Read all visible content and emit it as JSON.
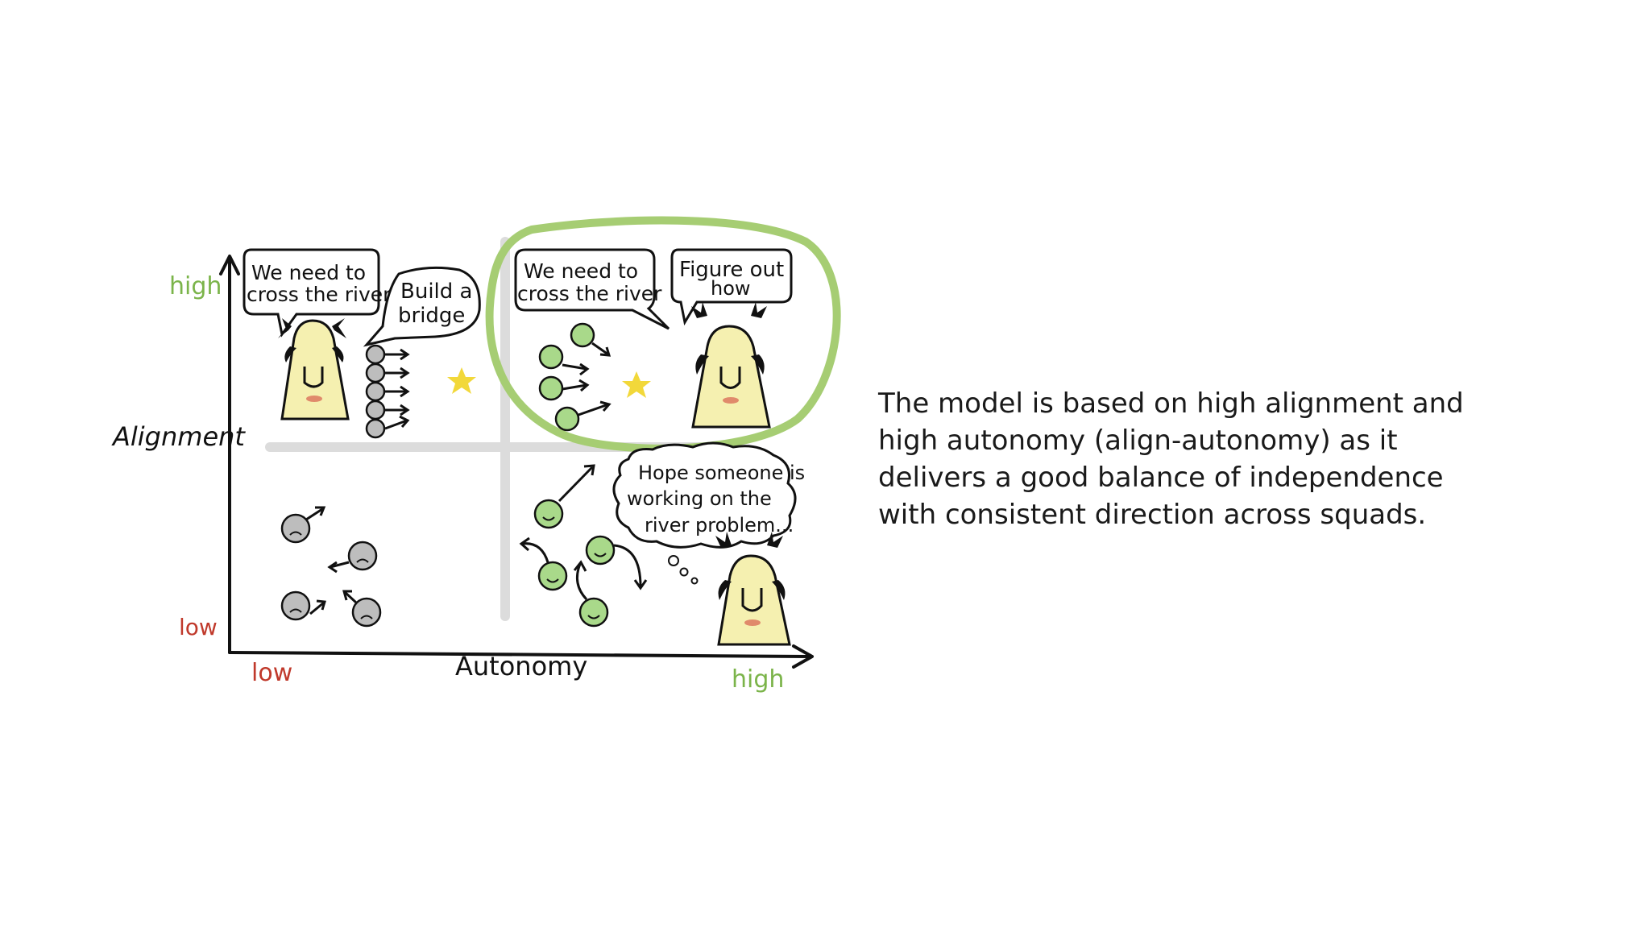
{
  "diagram": {
    "y_axis": {
      "label": "Alignment",
      "high": "high",
      "low": "low"
    },
    "x_axis": {
      "label": "Autonomy",
      "low": "low",
      "high": "high"
    },
    "quadrant_top_left": {
      "leader_speech": [
        "We need to",
        "cross the river"
      ],
      "instruction_speech": [
        "Build a",
        "bridge"
      ]
    },
    "quadrant_top_right": {
      "team_speech": [
        "We need to",
        "cross the river"
      ],
      "leader_speech": [
        "Figure out",
        "how"
      ]
    },
    "quadrant_bottom_right": {
      "leader_thought": [
        "Hope someone is",
        "working on the",
        "river problem..."
      ]
    },
    "colors": {
      "high": "#7bb44a",
      "low": "#c0392b",
      "highlight": "#a6cd73",
      "happy": "#a9d98a",
      "sad": "#bdbdbd",
      "star": "#f2d83a",
      "leader": "#f5f0b0"
    }
  },
  "description": "The model is based on high alignment and high autonomy (align-autonomy) as it delivers a good balance of independence with consistent direction across squads."
}
